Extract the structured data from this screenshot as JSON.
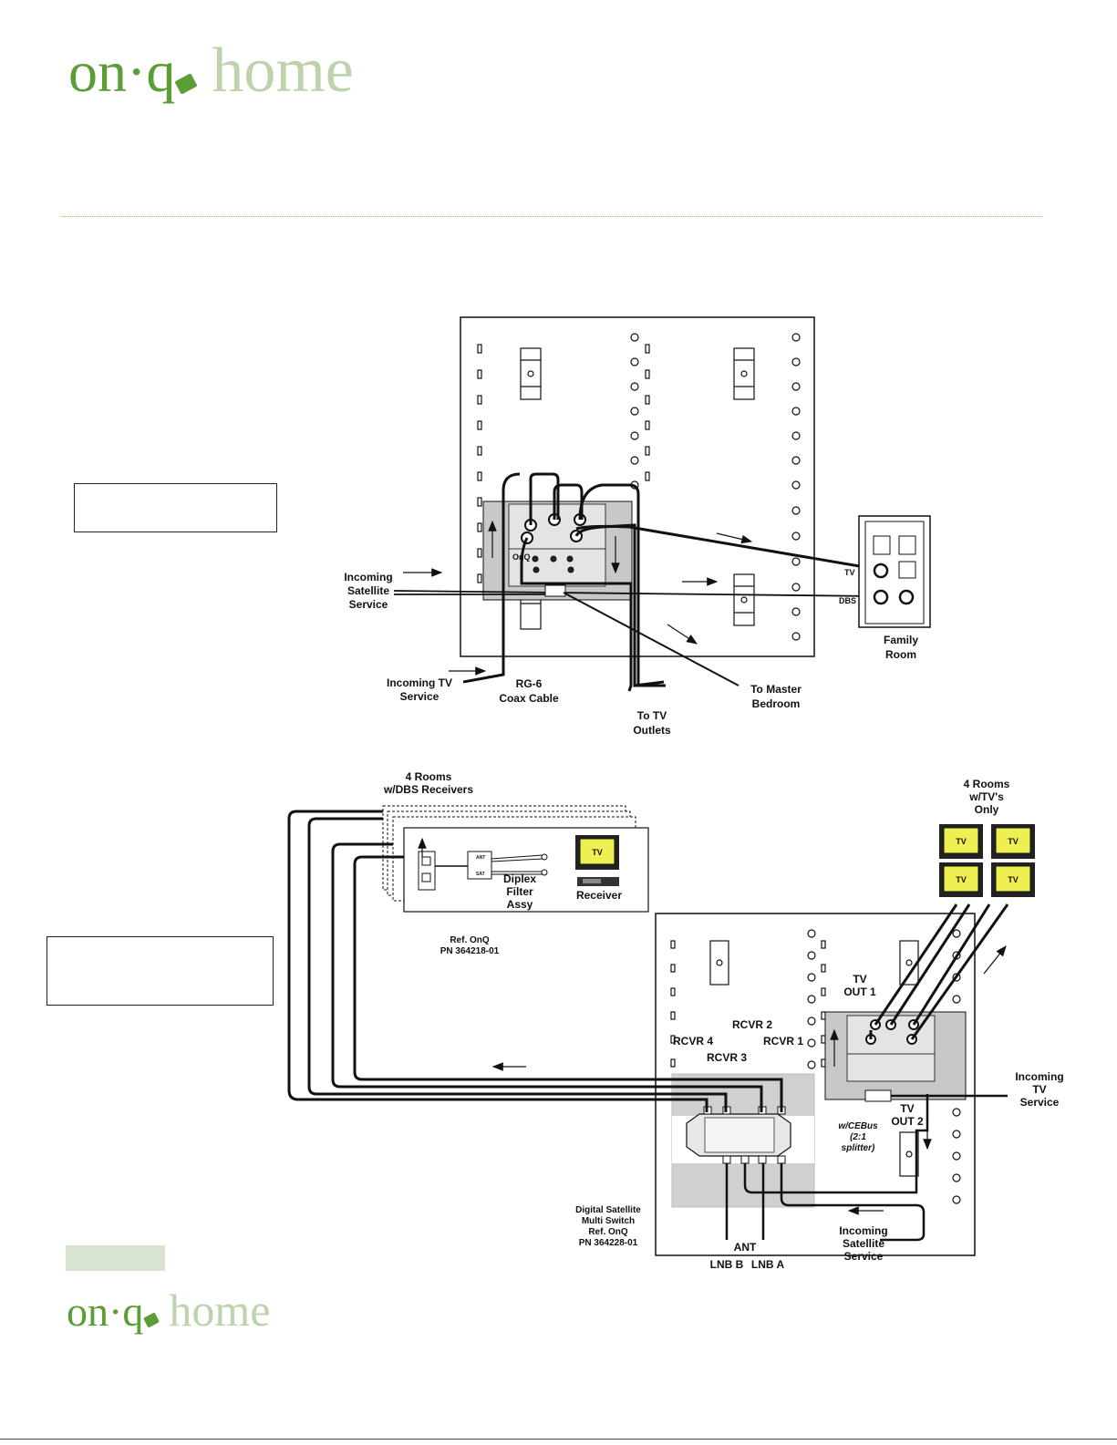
{
  "brand": {
    "name_part1": "on·q",
    "name_part2": "home"
  },
  "diagram_top": {
    "labels": {
      "incoming_satellite": [
        "Incoming",
        "Satellite",
        "Service"
      ],
      "incoming_tv": [
        "Incoming TV",
        "Service"
      ],
      "coax": [
        "RG-6",
        "Coax Cable"
      ],
      "to_tv_outlets": [
        "To TV",
        "Outlets"
      ],
      "to_master": [
        "To Master",
        "Bedroom"
      ],
      "family_room": [
        "Family",
        "Room"
      ],
      "tv_port": "TV",
      "dbs_port": "DBS",
      "module_text": "OnQ"
    }
  },
  "diagram_bottom": {
    "labels": {
      "four_rooms_dbs": [
        "4 Rooms",
        "w/DBS Receivers"
      ],
      "four_rooms_tv": [
        "4 Rooms",
        "w/TV's",
        "Only"
      ],
      "tv_screen": "TV",
      "diplex": [
        "Diplex",
        "Filter",
        "Assy"
      ],
      "receiver": "Receiver",
      "ref_diplex": [
        "Ref. OnQ",
        "PN 364218-01"
      ],
      "tv_out1": [
        "TV",
        "OUT 1"
      ],
      "tv_out2": [
        "TV",
        "OUT 2"
      ],
      "rcvr1": "RCVR 1",
      "rcvr2": "RCVR 2",
      "rcvr3": "RCVR 3",
      "rcvr4": "RCVR 4",
      "incoming_tv": [
        "Incoming",
        "TV",
        "Service"
      ],
      "cebus": [
        "w/CEBus",
        "(2:1",
        "splitter)"
      ],
      "multiswitch": [
        "Digital Satellite",
        "Multi Switch",
        "Ref. OnQ",
        "PN 364228-01"
      ],
      "incoming_satellite": [
        "Incoming",
        "Satellite",
        "Service"
      ],
      "ant": "ANT",
      "lnb_b": "LNB B",
      "lnb_a": "LNB A",
      "diplex_ant": "ANT",
      "diplex_sat": "SAT"
    }
  }
}
